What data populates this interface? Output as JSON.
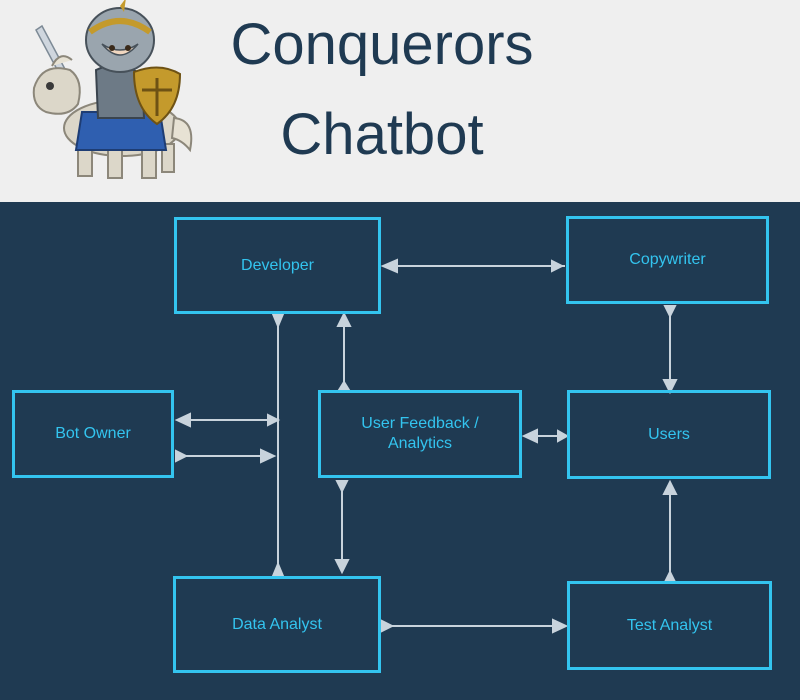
{
  "header": {
    "title_line1": "Conquerors",
    "title_line2": "Chatbot",
    "logo_icon": "knight-on-horse-icon"
  },
  "colors": {
    "header_bg": "#efefef",
    "title": "#1f3a52",
    "canvas_bg": "#1f3a52",
    "node_border": "#33c4ef",
    "node_text": "#33c4ef",
    "arrow": "#c8d3dc"
  },
  "diagram": {
    "nodes": {
      "developer": "Developer",
      "copywriter": "Copywriter",
      "bot_owner": "Bot Owner",
      "user_feedback_line1": "User Feedback /",
      "user_feedback_line2": "Analytics",
      "users": "Users",
      "data_analyst": "Data Analyst",
      "test_analyst": "Test Analyst"
    },
    "edges": [
      {
        "from": "copywriter",
        "to": "developer"
      },
      {
        "from": "copywriter",
        "to": "users"
      },
      {
        "from": "users",
        "to": "user_feedback"
      },
      {
        "from": "user_feedback",
        "to": "developer"
      },
      {
        "from": "user_feedback",
        "to": "data_analyst"
      },
      {
        "from": "developer",
        "to": "data_analyst"
      },
      {
        "from": "data_analyst",
        "to": "developer"
      },
      {
        "from": "developer",
        "to": "bot_owner"
      },
      {
        "from": "bot_owner",
        "to": "developer"
      },
      {
        "from": "data_analyst",
        "to": "test_analyst"
      },
      {
        "from": "test_analyst",
        "to": "users"
      }
    ]
  }
}
